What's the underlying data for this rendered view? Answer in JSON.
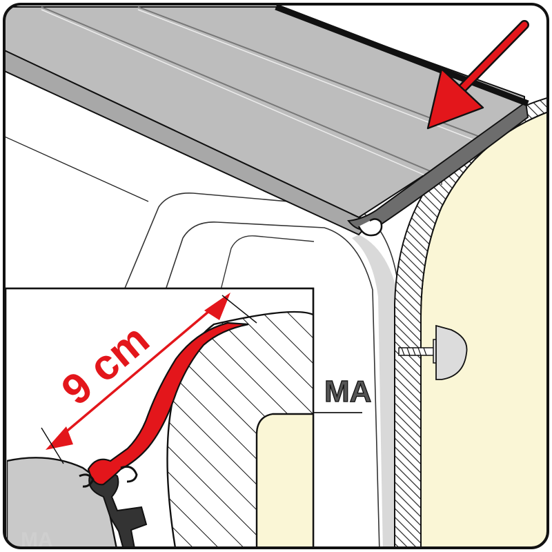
{
  "diagram": {
    "dimension_label": "9 cm",
    "logo_text_main": "MA",
    "logo_text_inset": "MA",
    "colors": {
      "accent_red": "#e3161b",
      "rail_grey": "#bdbdbd",
      "rail_dark": "#6d6d6d",
      "wall_cream": "#faf6d6",
      "body_grey": "#c9c9c9",
      "outline": "#111111",
      "panel_white": "#ffffff"
    },
    "icons": {
      "pointer": "red-arrow-icon",
      "measure": "double-headed-arrow-icon",
      "fastener": "bolt-icon"
    }
  }
}
